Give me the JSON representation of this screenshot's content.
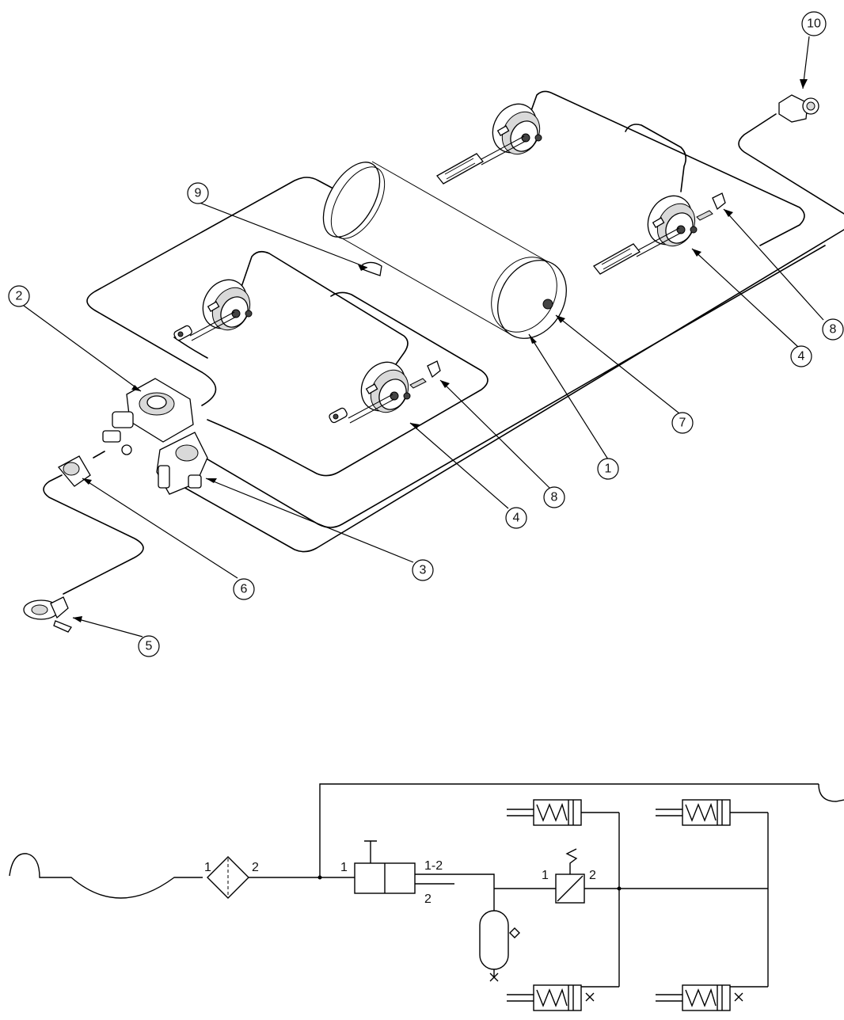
{
  "callouts": [
    {
      "id": "c1",
      "label": "1"
    },
    {
      "id": "c2",
      "label": "2"
    },
    {
      "id": "c3",
      "label": "3"
    },
    {
      "id": "c4a",
      "label": "4"
    },
    {
      "id": "c4b",
      "label": "4"
    },
    {
      "id": "c5",
      "label": "5"
    },
    {
      "id": "c6",
      "label": "6"
    },
    {
      "id": "c7",
      "label": "7"
    },
    {
      "id": "c8a",
      "label": "8"
    },
    {
      "id": "c8b",
      "label": "8"
    },
    {
      "id": "c9",
      "label": "9"
    },
    {
      "id": "c10",
      "label": "10"
    }
  ],
  "schematic": {
    "filter_in": "1",
    "filter_out": "2",
    "valve_in": "1",
    "valve_out_a": "1-2",
    "valve_out_b": "2",
    "relay_in": "1",
    "relay_out": "2"
  }
}
